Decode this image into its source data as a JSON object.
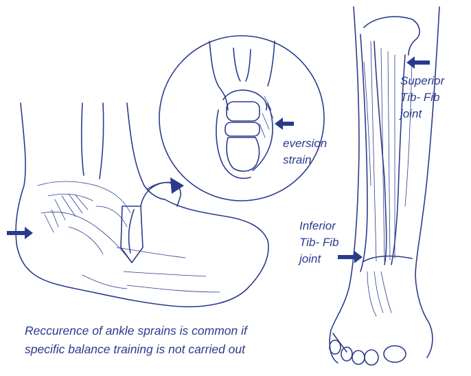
{
  "colors": {
    "ink": "#2a3a8c",
    "background": "#ffffff"
  },
  "labels": {
    "superior": [
      "Superior",
      "Tib- Fib",
      "joint"
    ],
    "inferior": [
      "Inferior",
      "Tib- Fib",
      "joint"
    ],
    "eversion": [
      "eversion",
      "strain"
    ],
    "caption": [
      "Reccurence of ankle sprains is common if",
      "specific balance training is not carried out"
    ]
  }
}
